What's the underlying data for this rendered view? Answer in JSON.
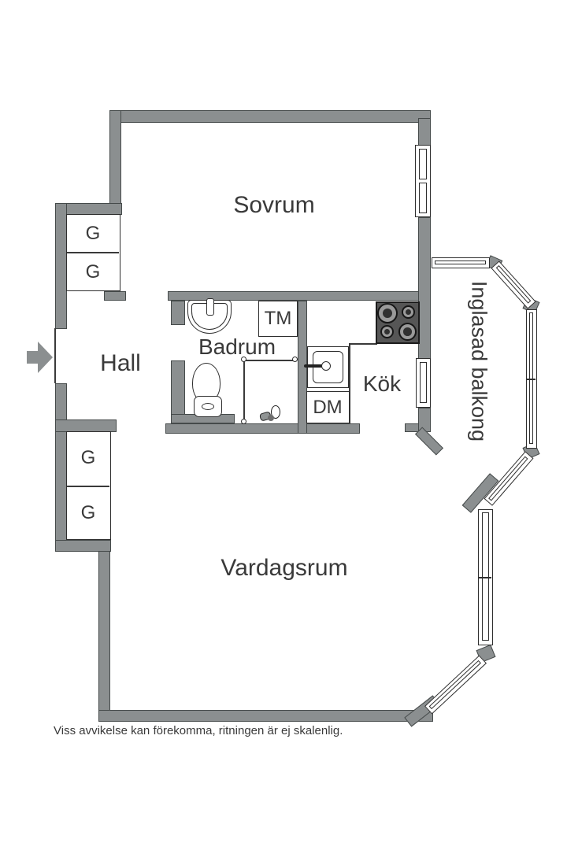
{
  "plan": {
    "rooms": {
      "sovrum": "Sovrum",
      "hall": "Hall",
      "badrum": "Badrum",
      "kok": "Kök",
      "vardagsrum": "Vardagsrum",
      "balkong": "Inglasad balkong"
    },
    "fixtures": {
      "closet": "G",
      "washing_machine": "TM",
      "dishwasher": "DM"
    },
    "caption": "Viss avvikelse kan förekomma, ritningen är ej skalenlig.",
    "icons": {
      "entry_arrow": "right-arrow"
    },
    "colors": {
      "wall": "#8b8f90",
      "wall_outline": "#454a4a",
      "fixture_line": "#2e2e2e",
      "text": "#3a3a3a",
      "stove": "#565656",
      "background": "#ffffff"
    }
  }
}
